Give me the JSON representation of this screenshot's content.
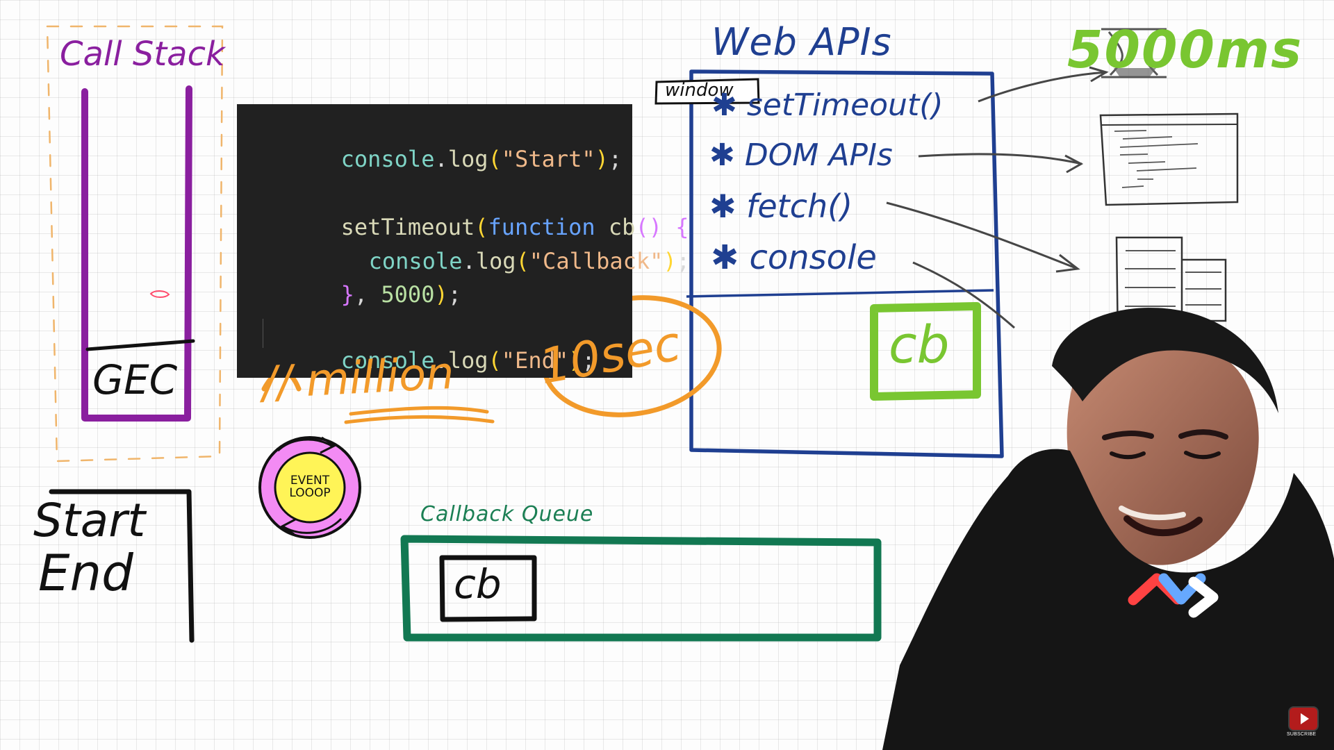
{
  "diagram": {
    "call_stack": {
      "title": "Call Stack",
      "frame": "GEC"
    },
    "code_editor": {
      "lines": [
        [
          "console",
          ".",
          "log",
          "(",
          "\"Start\"",
          ")",
          ";"
        ],
        [
          "setTimeout",
          "(",
          "function",
          " ",
          "cb",
          "(",
          ")",
          " ",
          "{"
        ],
        [
          "console",
          ".",
          "log",
          "(",
          "\"Callback\"",
          ")",
          ";"
        ],
        [
          "}",
          ",",
          " ",
          "5000",
          ")",
          ";"
        ],
        [
          "console",
          ".",
          "log",
          "(",
          "\"End\"",
          ")",
          ";"
        ]
      ],
      "annotation": "// million",
      "annotation_circled": "10sec"
    },
    "web_apis": {
      "title": "Web APIs",
      "window_label": "window",
      "items": [
        "setTimeout()",
        "DOM APIs",
        "fetch()",
        "console"
      ],
      "callback_box": "cb",
      "timer_label": "5000ms"
    },
    "console_output": {
      "lines": [
        "Start",
        "End"
      ]
    },
    "event_loop": {
      "label": "EVENT LOOOP"
    },
    "callback_queue": {
      "label": "Callback Queue",
      "item": "cb"
    },
    "youtube": {
      "label": "SUBSCRIBE"
    }
  },
  "colors": {
    "call_stack": "#7b1fa2",
    "web_apis": "#1f3f91",
    "callback_green": "#79c631",
    "queue_green": "#127852",
    "annotation_orange": "#f29a2a",
    "code_bg": "#212121"
  }
}
